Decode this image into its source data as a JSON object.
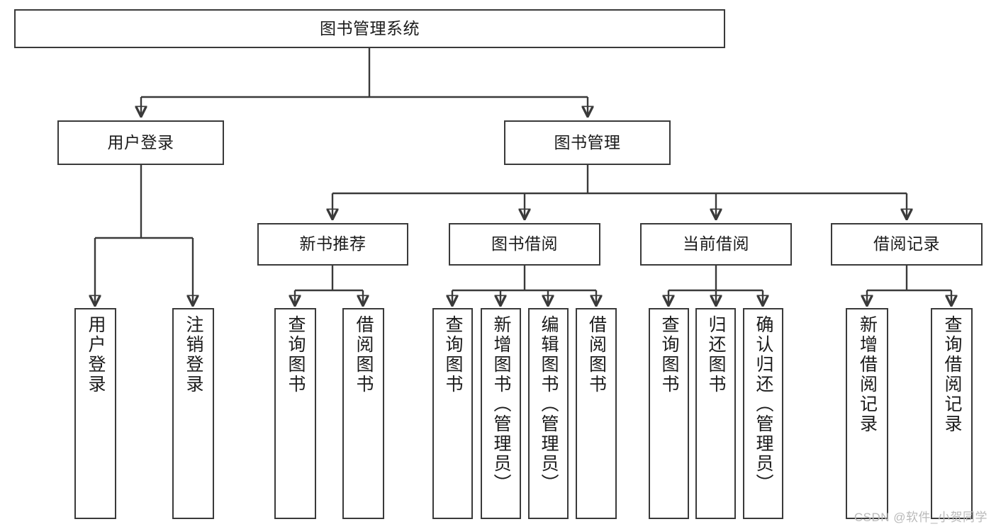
{
  "diagram": {
    "title": "图书管理系统",
    "type": "tree",
    "watermark": "CSDN @软件_小贺同学",
    "colors": {
      "box_border": "#3a3a3a",
      "box_fill": "#ffffff",
      "connector": "#3a3a3a",
      "text": "#1b1b1b",
      "watermark": "#b9b9b9"
    },
    "root": {
      "label": "图书管理系统"
    },
    "level2": [
      {
        "label": "用户登录"
      },
      {
        "label": "图书管理"
      }
    ],
    "level3": [
      {
        "label": "新书推荐"
      },
      {
        "label": "图书借阅"
      },
      {
        "label": "当前借阅"
      },
      {
        "label": "借阅记录"
      }
    ],
    "leaves": {
      "user_login": [
        {
          "label": "用户登录"
        },
        {
          "label": "注销登录"
        }
      ],
      "new_book_recommend": [
        {
          "label": "查询图书"
        },
        {
          "label": "借阅图书"
        }
      ],
      "book_borrow": [
        {
          "label": "查询图书"
        },
        {
          "label": "新增图书（管理员）"
        },
        {
          "label": "编辑图书（管理员）"
        },
        {
          "label": "借阅图书"
        }
      ],
      "current_borrow": [
        {
          "label": "查询图书"
        },
        {
          "label": "归还图书"
        },
        {
          "label": "确认归还（管理员）"
        }
      ],
      "borrow_record": [
        {
          "label": "新增借阅记录"
        },
        {
          "label": "查询借阅记录"
        }
      ]
    }
  }
}
